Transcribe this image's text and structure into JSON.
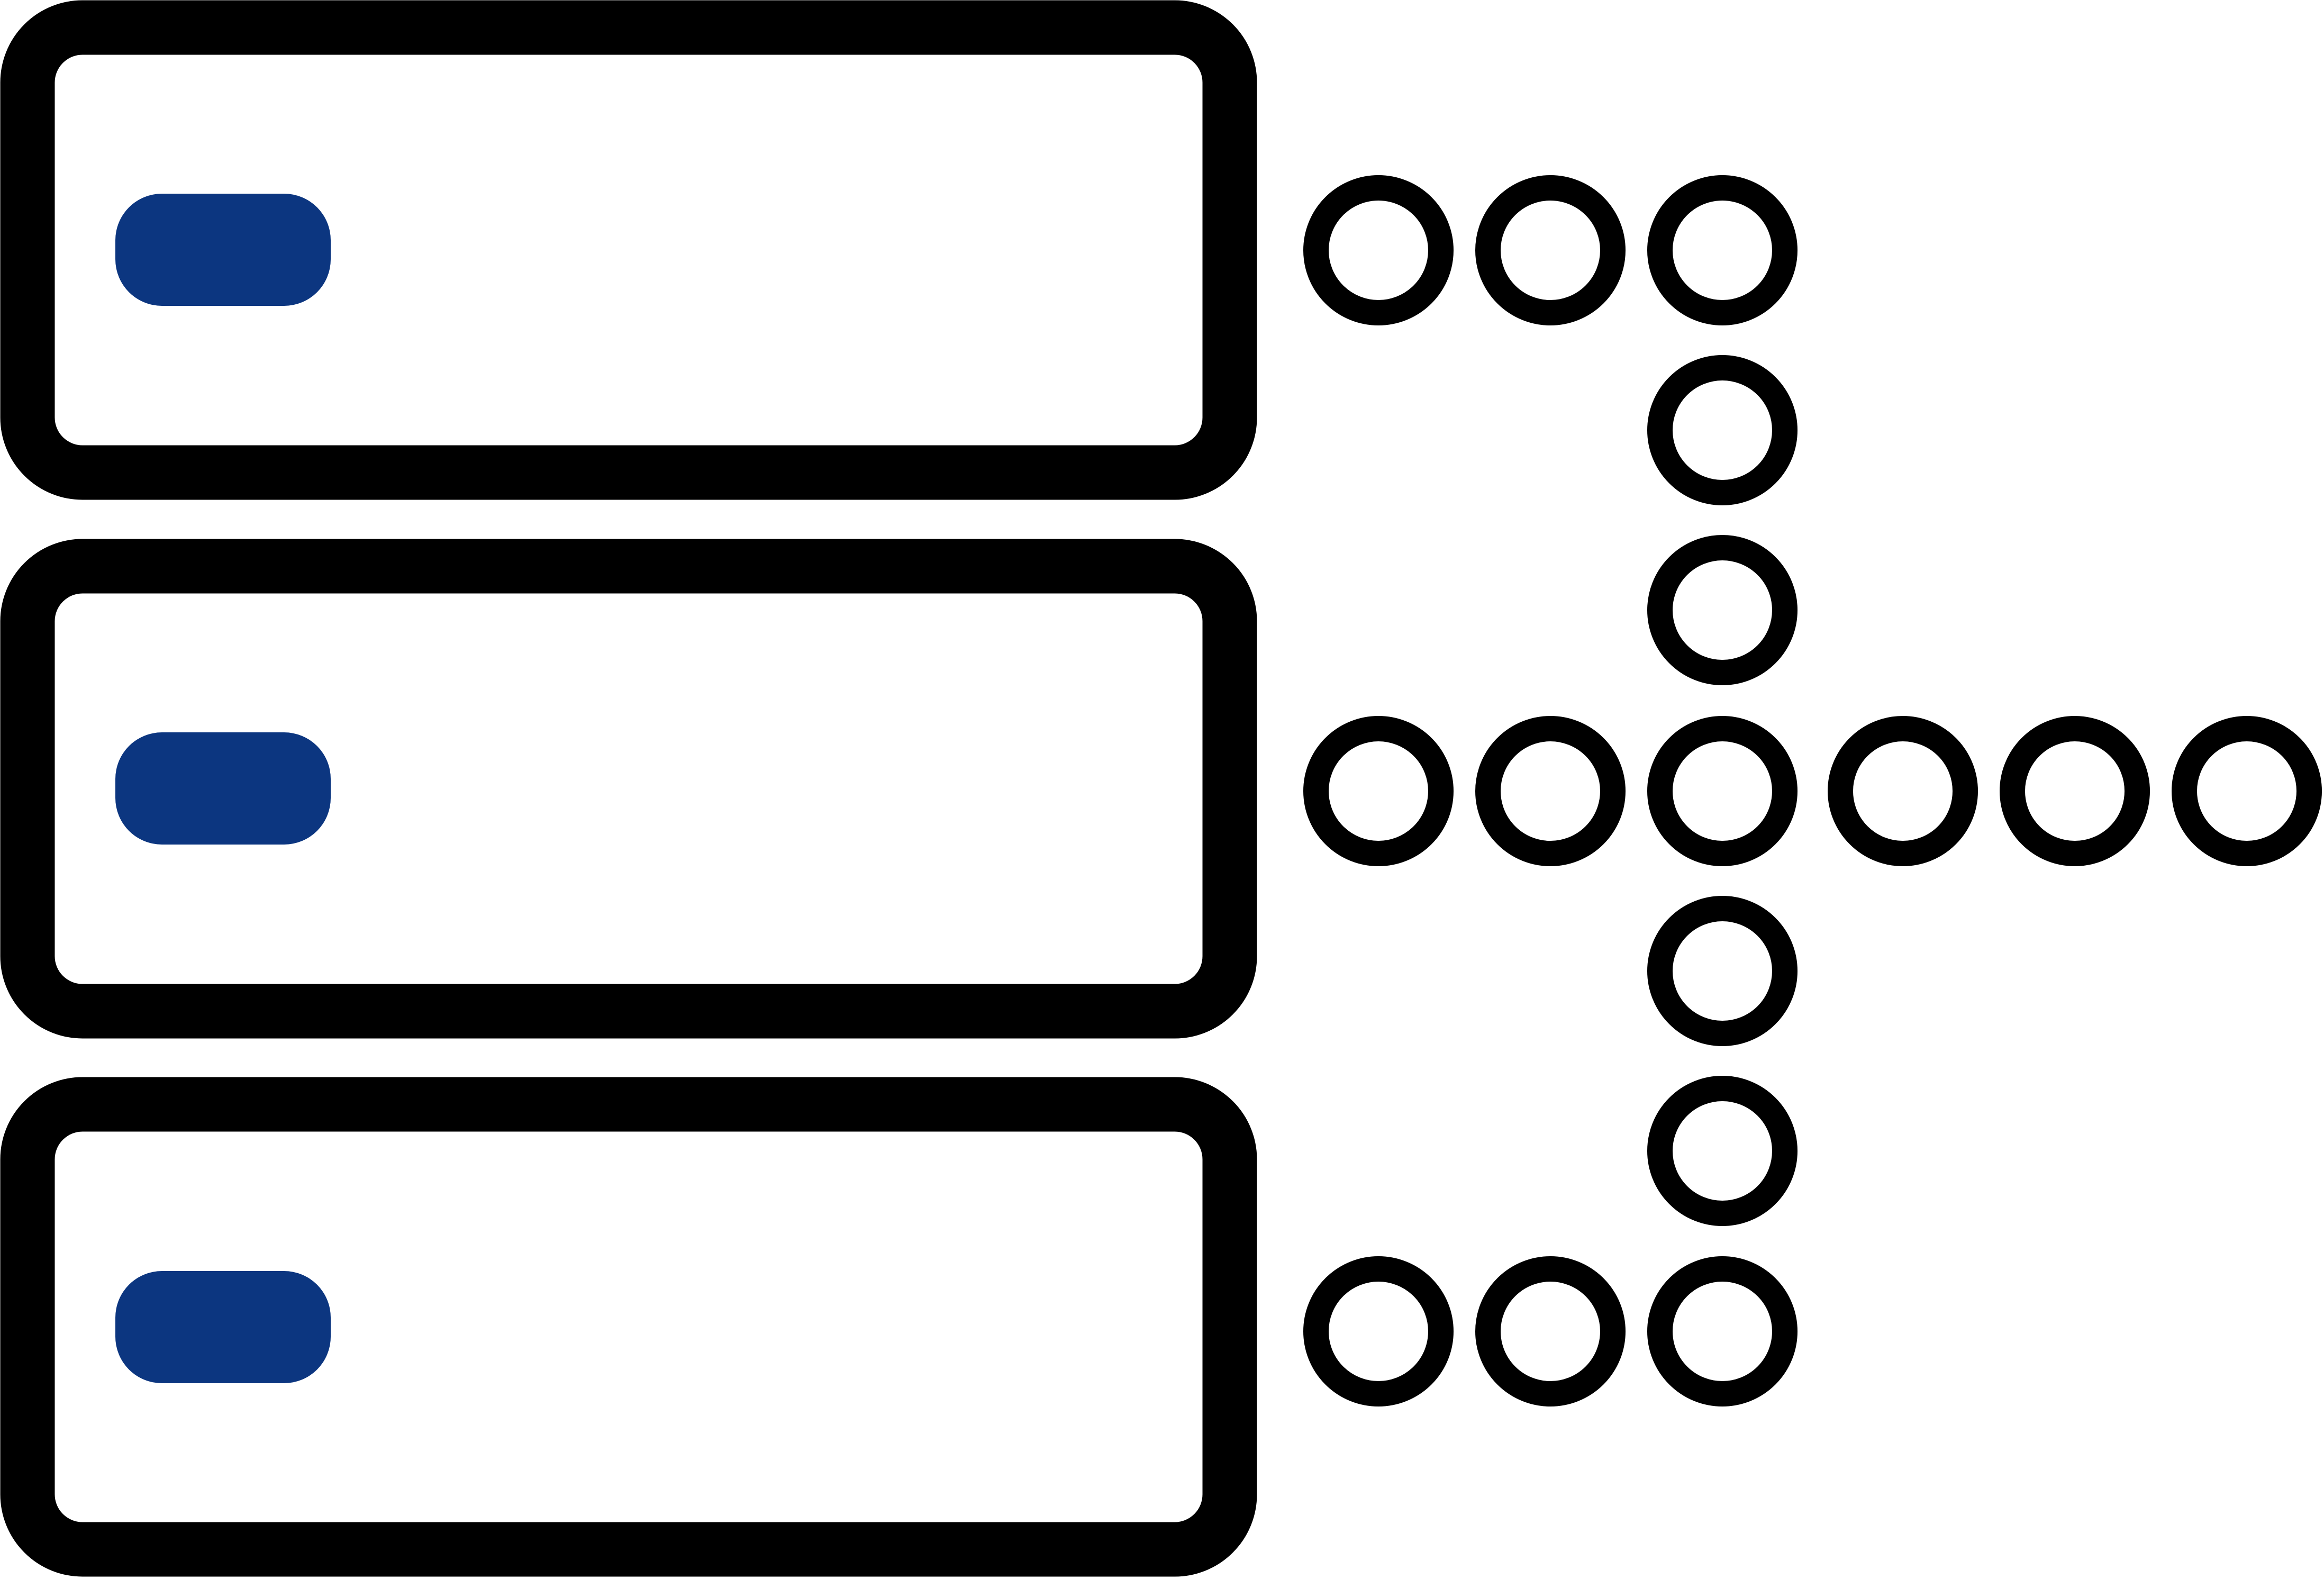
{
  "icon": {
    "name": "server-network-icon",
    "frame_color": "#000000",
    "indicator_color": "#0c3680",
    "background_color": "#ffffff"
  },
  "servers": [
    {
      "name": "server-unit-top"
    },
    {
      "name": "server-unit-middle"
    },
    {
      "name": "server-unit-bottom"
    }
  ],
  "network": {
    "node_count": 16
  }
}
